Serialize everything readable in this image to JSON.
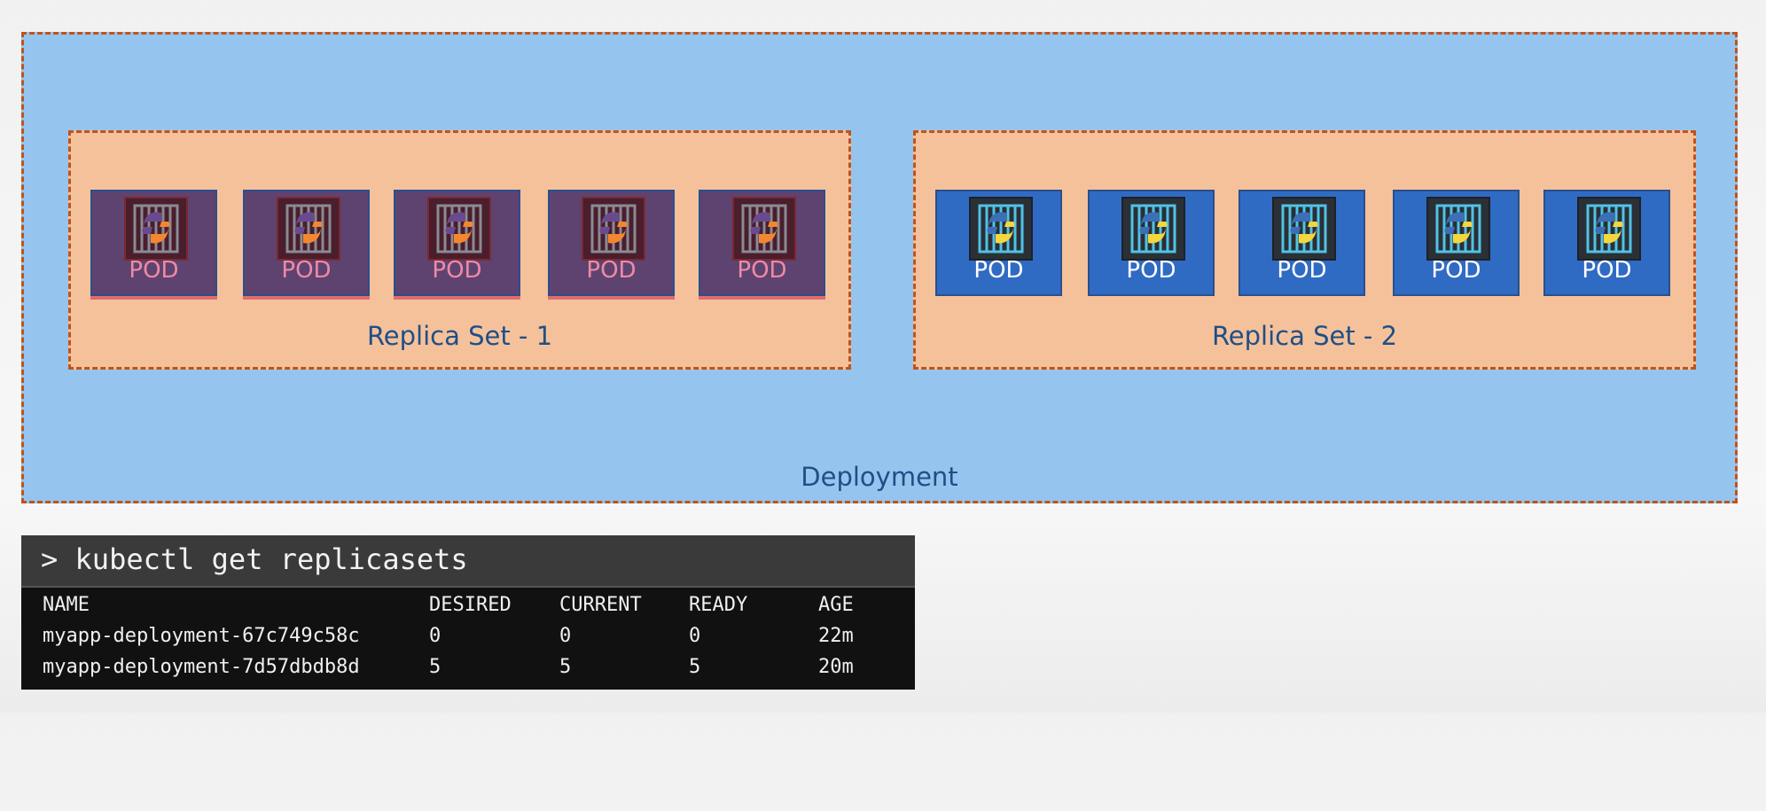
{
  "deployment": {
    "label": "Deployment"
  },
  "replica_sets": [
    {
      "label": "Replica Set - 1",
      "pods": [
        "POD",
        "POD",
        "POD",
        "POD",
        "POD"
      ]
    },
    {
      "label": "Replica Set - 2",
      "pods": [
        "POD",
        "POD",
        "POD",
        "POD",
        "POD"
      ]
    }
  ],
  "terminal": {
    "command": "> kubectl get replicasets",
    "headers": [
      "NAME",
      "DESIRED",
      "CURRENT",
      "READY",
      "AGE"
    ],
    "rows": [
      [
        "myapp-deployment-67c749c58c",
        "0",
        "0",
        "0",
        "22m"
      ],
      [
        "myapp-deployment-7d57dbdb8d",
        "5",
        "5",
        "5",
        "20m"
      ]
    ]
  },
  "colors": {
    "deployment_bg": "#95c5ef",
    "replicaset_bg": "#f5c19b",
    "dashed_border": "#c0531c",
    "old_pod": "#5e4371",
    "new_pod": "#306bc3"
  },
  "icons": {
    "pod": "python-container-icon"
  }
}
